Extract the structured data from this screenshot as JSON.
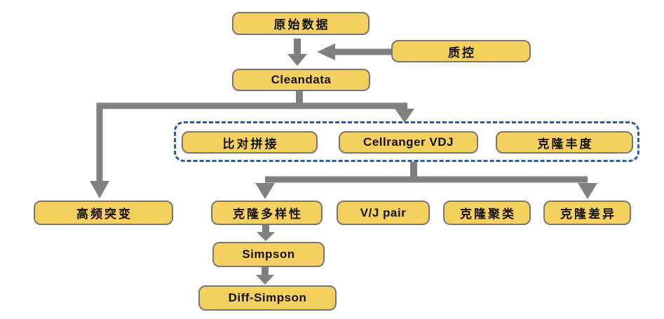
{
  "colors": {
    "background": "#ffffff",
    "node_fill": "#f6d05f",
    "node_border": "#777777",
    "node_text": "#111111",
    "arrow": "#808080",
    "group_border": "#2e5b9f"
  },
  "nodes": {
    "raw_data": "原始数据",
    "qc": "质控",
    "cleandata": "Cleandata",
    "align_assembly": "比对拼接",
    "cellranger_vdj": "Cellranger VDJ",
    "clone_abundance": "克隆丰度",
    "hypermutation": "高频突变",
    "clone_diversity": "克隆多样性",
    "vj_pair": "V/J pair",
    "clone_clustering": "克隆聚类",
    "clone_difference": "克隆差异",
    "simpson": "Simpson",
    "diff_simpson": "Diff-Simpson"
  },
  "group": {
    "style": "dashed",
    "members": [
      "align_assembly",
      "cellranger_vdj",
      "clone_abundance"
    ]
  },
  "edges": [
    {
      "from": "raw_data",
      "to": "cleandata"
    },
    {
      "from": "qc",
      "to": "cleandata"
    },
    {
      "from": "cleandata",
      "to": "hypermutation"
    },
    {
      "from": "cleandata",
      "to": "group"
    },
    {
      "from": "group",
      "to": "clone_diversity"
    },
    {
      "from": "group",
      "to": "clone_difference"
    },
    {
      "from": "clone_diversity",
      "to": "simpson"
    },
    {
      "from": "simpson",
      "to": "diff_simpson"
    }
  ]
}
